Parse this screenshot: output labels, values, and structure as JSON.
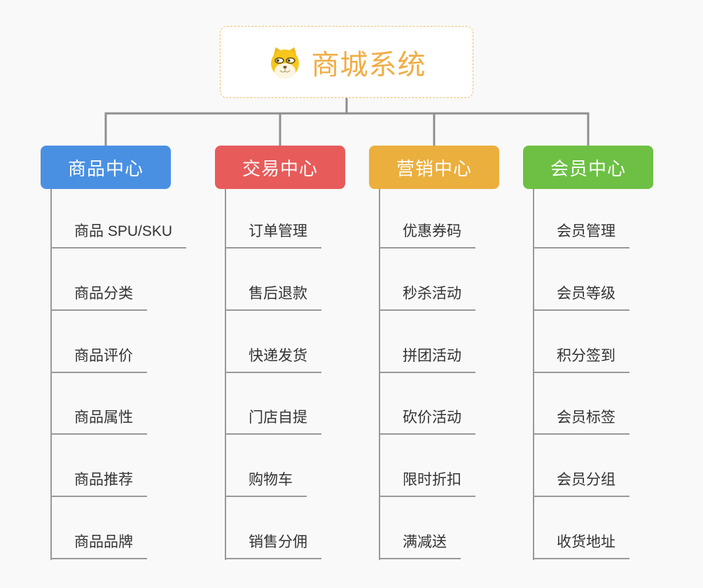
{
  "root": {
    "title": "商城系统",
    "icon": "doge-icon"
  },
  "branches": [
    {
      "label": "商品中心",
      "color": "#4A90E2",
      "items": [
        "商品 SPU/SKU",
        "商品分类",
        "商品评价",
        "商品属性",
        "商品推荐",
        "商品品牌"
      ]
    },
    {
      "label": "交易中心",
      "color": "#E85B5B",
      "items": [
        "订单管理",
        "售后退款",
        "快递发货",
        "门店自提",
        "购物车",
        "销售分佣"
      ]
    },
    {
      "label": "营销中心",
      "color": "#EBAF3D",
      "items": [
        "优惠券码",
        "秒杀活动",
        "拼团活动",
        "砍价活动",
        "限时折扣",
        "满减送"
      ]
    },
    {
      "label": "会员中心",
      "color": "#6DC044",
      "items": [
        "会员管理",
        "会员等级",
        "积分签到",
        "会员标签",
        "会员分组",
        "收货地址"
      ]
    }
  ],
  "colors": {
    "background": "#F9F9F9",
    "connector": "#8F8F8F",
    "child_line": "#999999",
    "root_border": "#F0C070",
    "root_text": "#F0AD45",
    "item_text": "#333333"
  }
}
